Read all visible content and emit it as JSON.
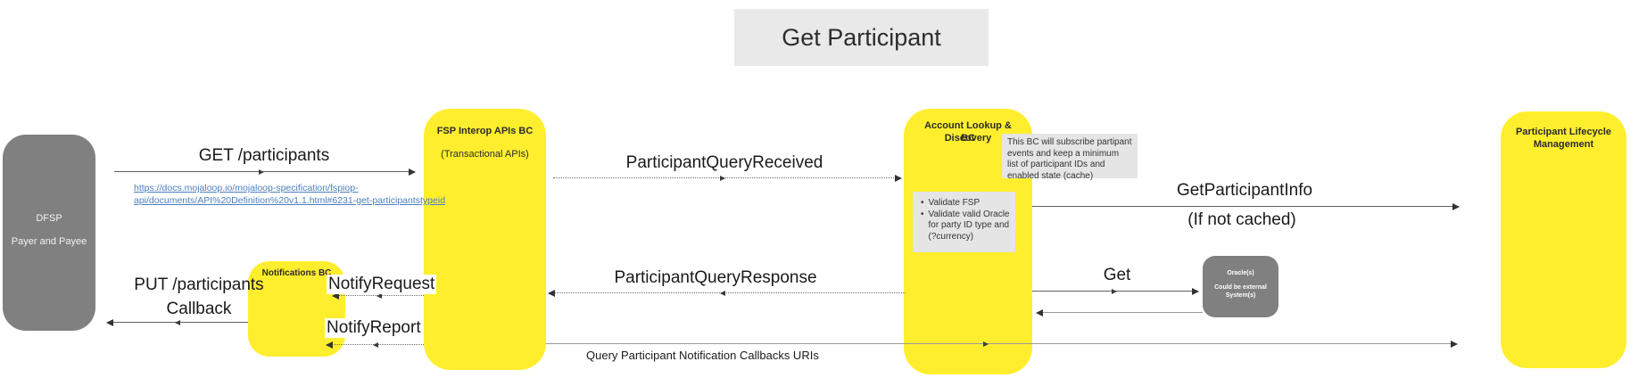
{
  "title": "Get Participant",
  "colors": {
    "box_yellow": "#ffee2e",
    "box_gray": "#808080",
    "note_bg": "#e5e5e5",
    "title_bg": "#e9e9e9",
    "link_blue": "#4c7fc0"
  },
  "actors": {
    "dfsp": {
      "line1": "DFSP",
      "line2": "Payer and Payee"
    },
    "fsp_interop": {
      "title": "FSP Interop APIs BC",
      "subtitle": "(Transactional APIs)"
    },
    "notifications": {
      "title": "Notifications BC"
    },
    "account_lookup": {
      "title_line1": "Account Lookup & Discovery",
      "title_line2": "BC"
    },
    "participant_lifecycle": {
      "title_line1": "Participant Lifecycle",
      "title_line2": "Management"
    },
    "oracle": {
      "line1": "Oracle(s)",
      "line2": "Could be external System(s)"
    }
  },
  "notes": {
    "subscribe": "This BC will subscribe partipant events and keep a minimum list of participant IDs and enabled state (cache)",
    "bullet_char": "•",
    "validations": [
      "Validate FSP",
      "Validate valid Oracle for party ID type and (?currency)"
    ]
  },
  "messages": {
    "get_participants": {
      "label": "GET /participants",
      "link_line1": "https://docs.mojaloop.io/mojaloop-specification/fspiop-",
      "link_line2": "api/documents/API%20Definition%20v1.1.html#6231-get-participantstypeid"
    },
    "participant_query_received": "ParticipantQueryReceived",
    "get_participant_info": {
      "label": "GetParticipantInfo",
      "sublabel": "(If not cached)"
    },
    "get": "Get",
    "participant_query_response": "ParticipantQueryResponse",
    "notify_request": "NotifyRequest",
    "notify_report": "NotifyReport",
    "put_participants": {
      "line1": "PUT /participants",
      "line2": "Callback"
    },
    "query_callbacks": "Query Participant Notification Callbacks URIs"
  }
}
